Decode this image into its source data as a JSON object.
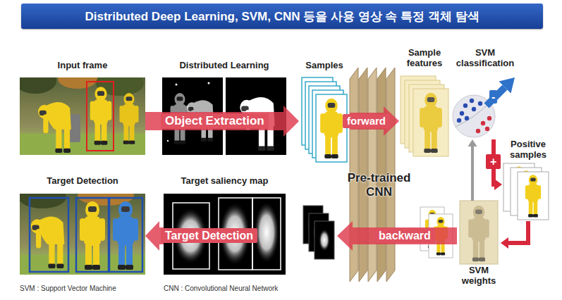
{
  "diagram": {
    "title": "Distributed Deep Learning, SVM, CNN 등을 사용 영상 속 특정 객체 탐색",
    "nodes": [
      {
        "text": [
          "Input frame"
        ]
      },
      {
        "text": [
          "Distributed Learning"
        ]
      },
      {
        "text": [
          "Samples"
        ]
      },
      {
        "text": [
          "Pre-trained CNN"
        ]
      },
      {
        "text": [
          "Sample features"
        ]
      },
      {
        "text": [
          "SVM classification"
        ]
      },
      {
        "text": [
          "Positive samples"
        ]
      },
      {
        "text": [
          "SVM weights"
        ]
      },
      {
        "text": [
          "Target saliency map"
        ]
      },
      {
        "text": [
          "Target Detection"
        ]
      }
    ],
    "edges": [
      {
        "from": 0,
        "to": 2,
        "arrow": "to",
        "label": "Object Extraction"
      },
      {
        "from": 2,
        "to": 4,
        "arrow": "to",
        "label": "forward"
      },
      {
        "from": 5,
        "to": 6,
        "arrow": "to",
        "label": "+"
      },
      {
        "from": 6,
        "to": 7,
        "arrow": "to"
      },
      {
        "from": 7,
        "to": 5,
        "arrow": "to"
      },
      {
        "from": 7,
        "to": 8,
        "arrow": "to",
        "label": "backward"
      },
      {
        "from": 8,
        "to": 9,
        "arrow": "to",
        "label": "Target Detection"
      }
    ],
    "labels": [
      "-",
      "SVM : Support Vector Machine",
      "CNN : Convolutional Neural Network"
    ]
  }
}
